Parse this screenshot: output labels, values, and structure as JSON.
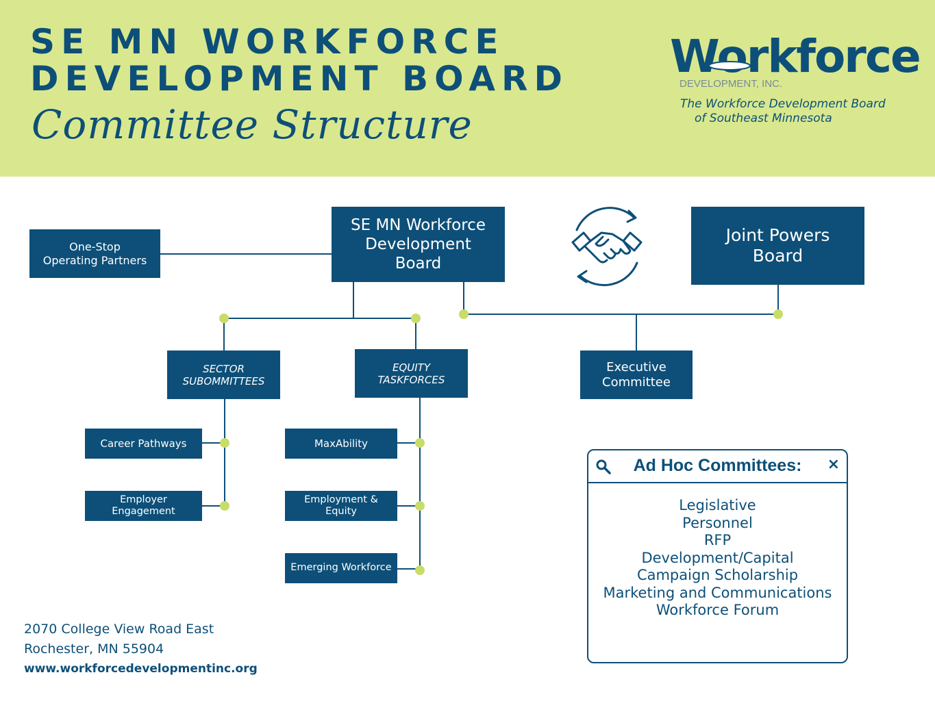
{
  "header": {
    "title_line1": "SE MN WORKFORCE",
    "title_line2": "DEVELOPMENT BOARD",
    "subtitle": "Committee Structure",
    "logo_word": "Workforce",
    "logo_sub": "DEVELOPMENT, INC.",
    "logo_tag1": "The Workforce Development Board",
    "logo_tag2": "of Southeast Minnesota"
  },
  "boxes": {
    "one_stop": [
      "One-Stop",
      "Operating Partners"
    ],
    "board": [
      "SE MN Workforce",
      "Development",
      "Board"
    ],
    "joint": [
      "Joint Powers",
      "Board"
    ],
    "sector": [
      "SECTOR",
      "SUBOMMITTEES"
    ],
    "equity": [
      "EQUITY",
      "TASKFORCES"
    ],
    "executive": [
      "Executive",
      "Committee"
    ],
    "career": "Career Pathways",
    "employer": "Employer Engagement",
    "maxability": "MaxAbility",
    "employment": "Employment & Equity",
    "emerging": "Emerging Workforce"
  },
  "adhoc": {
    "title": "Ad Hoc Committees:",
    "close": "×",
    "items": [
      "Legislative",
      "Personnel",
      "RFP",
      "Development/Capital",
      "Campaign Scholarship",
      "Marketing and Communications",
      "Workforce Forum"
    ]
  },
  "address": {
    "line1": "2070 College View Road East",
    "line2": "Rochester, MN 55904",
    "web": "www.workforcedevelopmentinc.org"
  },
  "colors": {
    "navy": "#0d4f78",
    "lime": "#d9e88f",
    "dot": "#c8dc6a"
  },
  "icons": {
    "handshake": "handshake-icon",
    "search": "search-icon",
    "close": "close-icon"
  }
}
